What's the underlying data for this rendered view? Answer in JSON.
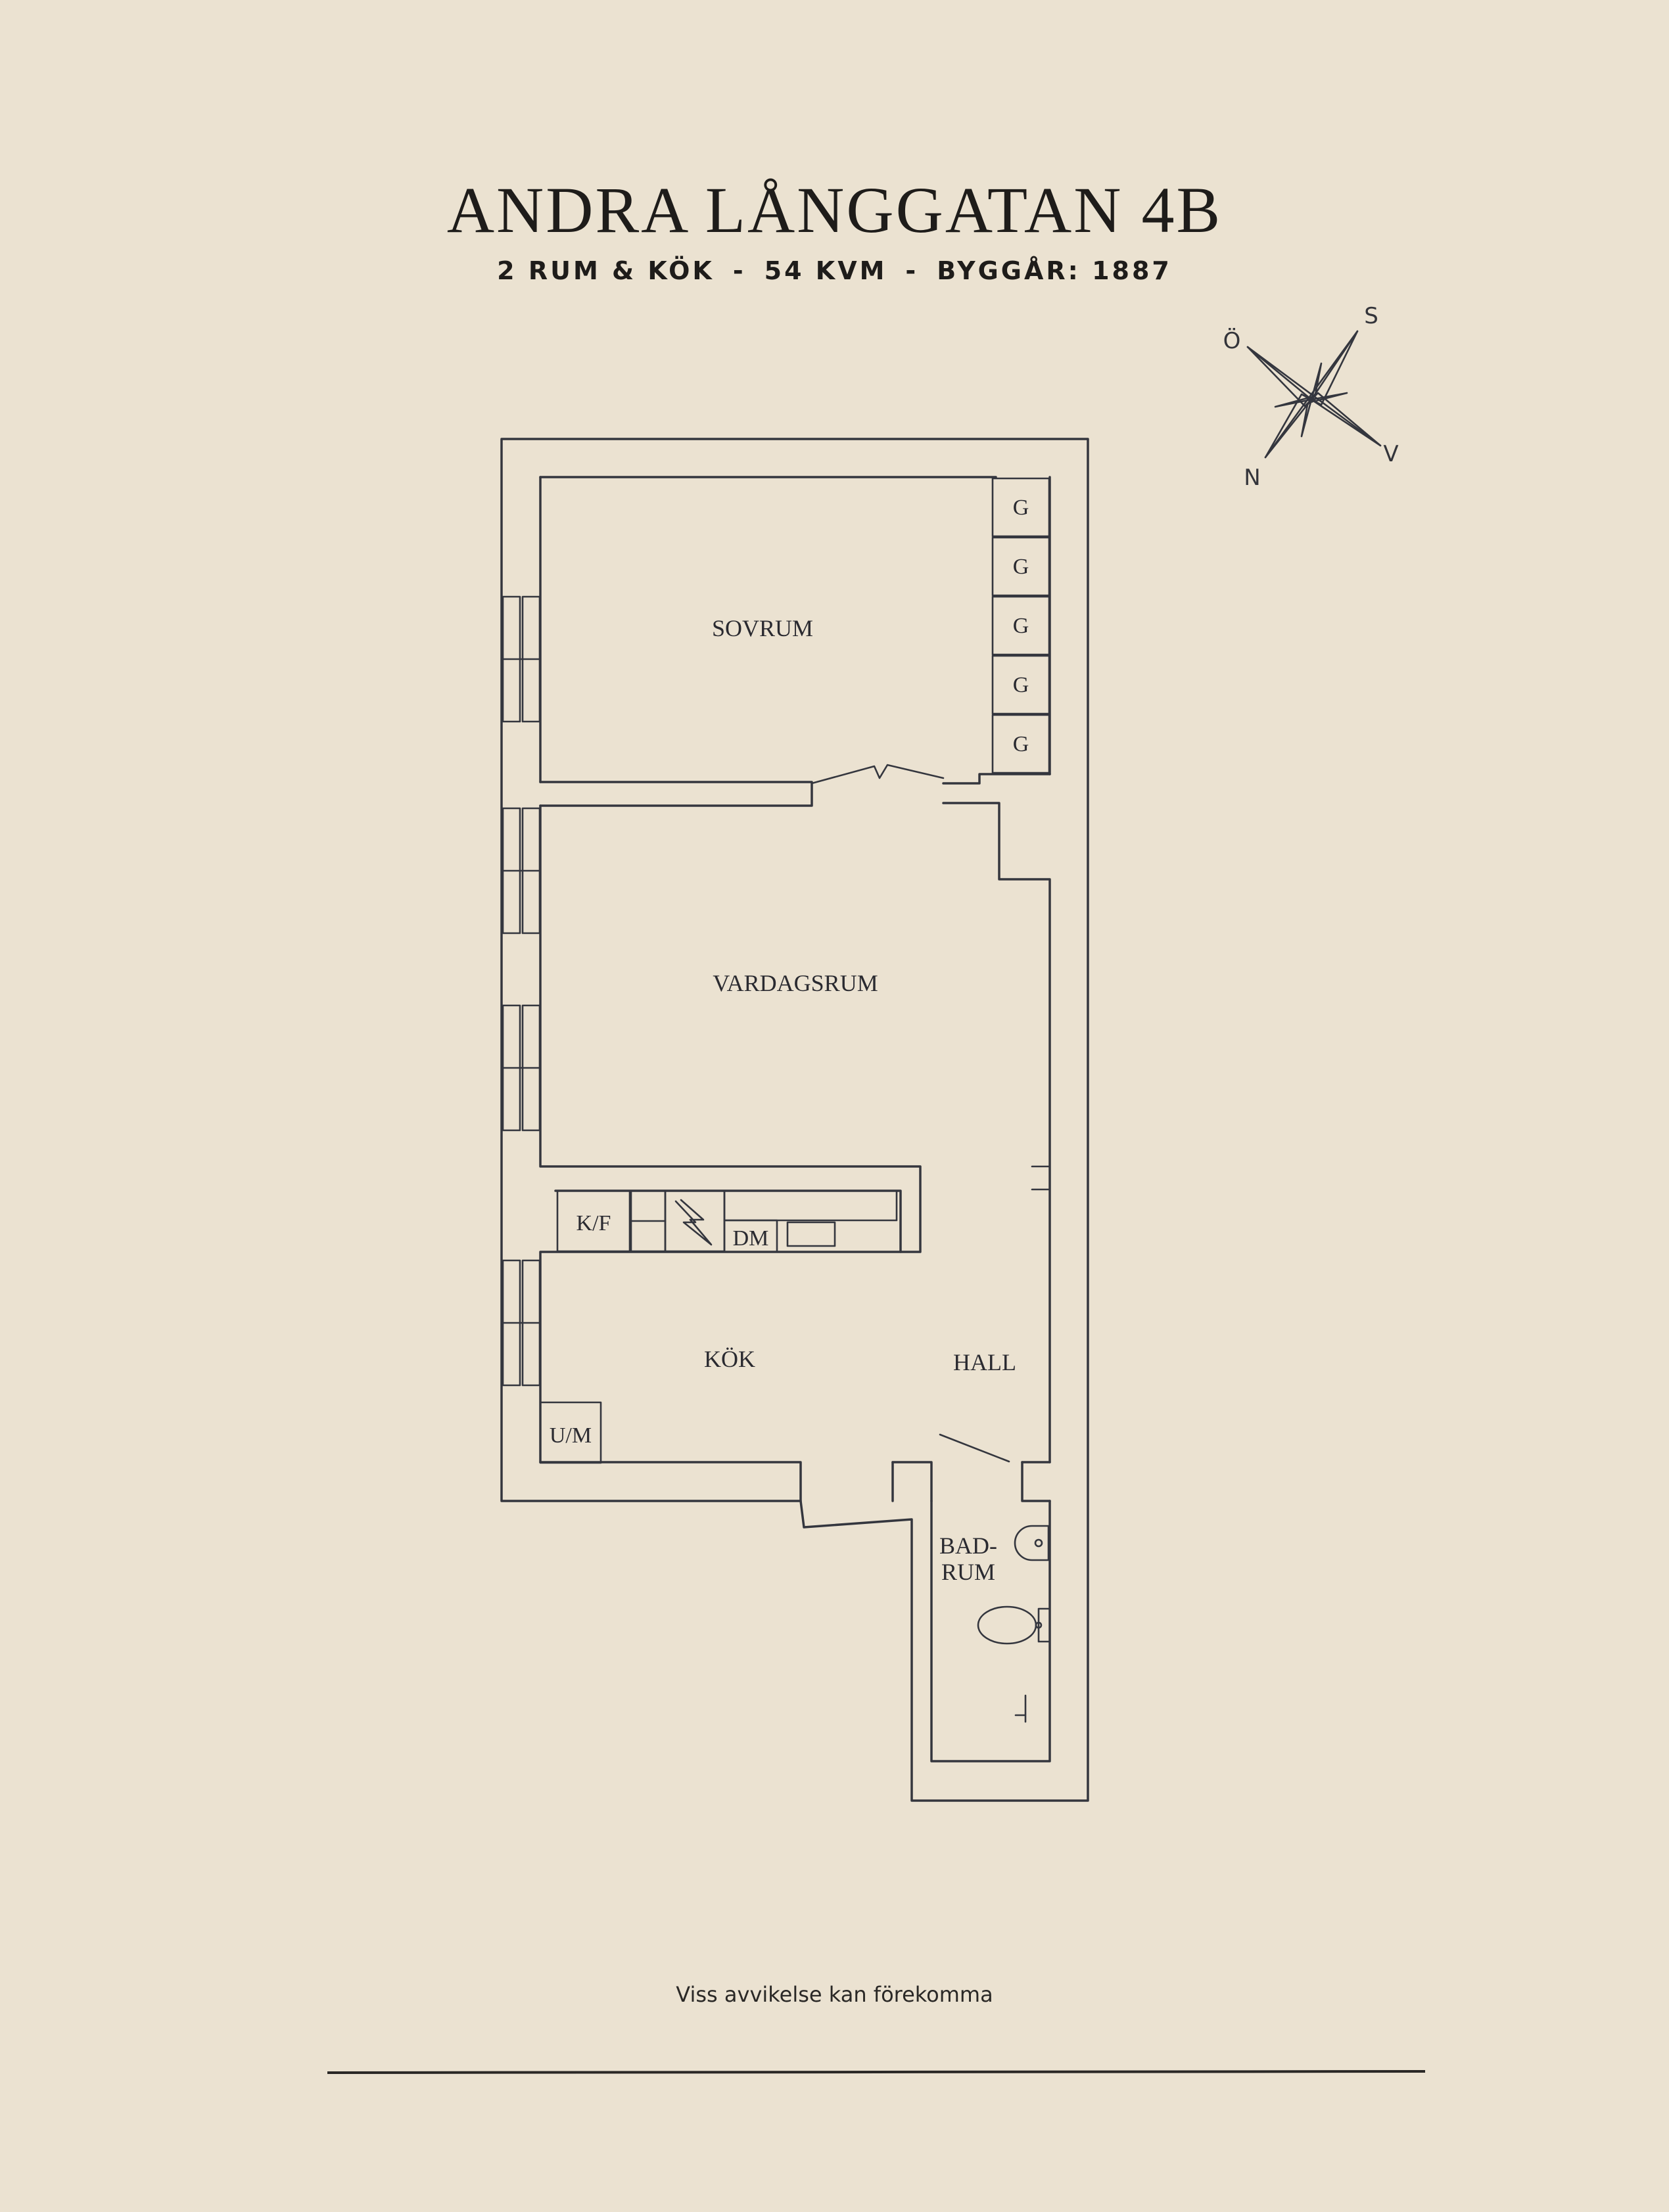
{
  "header": {
    "title": "ANDRA LÅNGGATAN 4B",
    "rooms": "2 RUM & KÖK",
    "separator": "-",
    "area": "54 KVM",
    "built": "BYGGÅR: 1887"
  },
  "rooms": {
    "sovrum": "SOVRUM",
    "vardagsrum": "VARDAGSRUM",
    "kok": "KÖK",
    "hall": "HALL",
    "badrum_line1": "BAD-",
    "badrum_line2": "RUM"
  },
  "fixtures": {
    "wardrobe": [
      "G",
      "G",
      "G",
      "G",
      "G"
    ],
    "fridge_freezer": "K/F",
    "dishwasher": "DM",
    "oven_microwave": "U/M"
  },
  "compass": {
    "north": "N",
    "south": "S",
    "east": "Ö",
    "west": "V"
  },
  "footer": {
    "disclaimer": "Viss avvikelse kan förekomma"
  },
  "colors": {
    "background": "#ebe2d1",
    "ink": "#34363e"
  }
}
